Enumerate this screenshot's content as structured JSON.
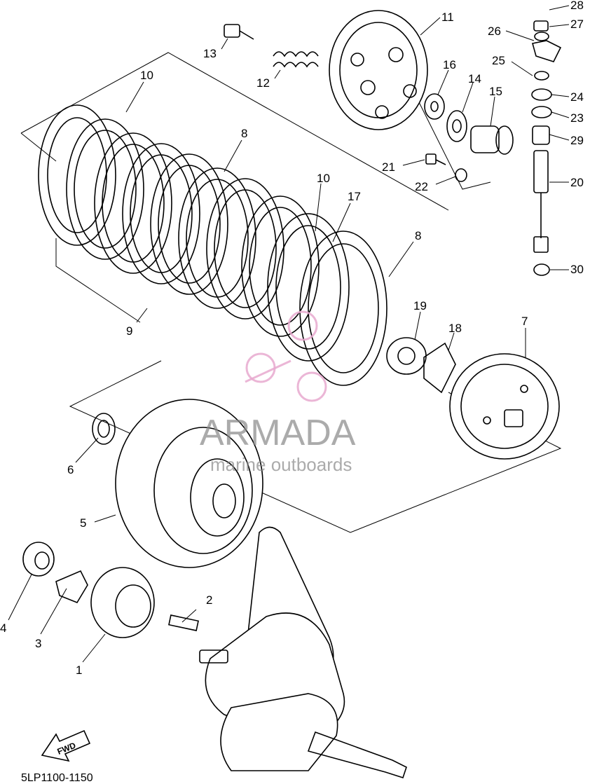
{
  "diagram_code": "5LP1100-1150",
  "watermark": {
    "brand": "ARMADA",
    "tagline": "marine outboards",
    "logo_color": "#e7a9cf"
  },
  "fwd_label": "FWD",
  "callouts": {
    "c1": "1",
    "c2": "2",
    "c3": "3",
    "c4": "4",
    "c5": "5",
    "c6": "6",
    "c7": "7",
    "c8a": "8",
    "c8b": "8",
    "c9": "9",
    "c10a": "10",
    "c10b": "10",
    "c11": "11",
    "c12": "12",
    "c13": "13",
    "c14": "14",
    "c15": "15",
    "c16": "16",
    "c17": "17",
    "c18": "18",
    "c19": "19",
    "c20": "20",
    "c21": "21",
    "c22": "22",
    "c23": "23",
    "c24": "24",
    "c25": "25",
    "c26": "26",
    "c27": "27",
    "c28": "28",
    "c29": "29",
    "c30": "30"
  }
}
